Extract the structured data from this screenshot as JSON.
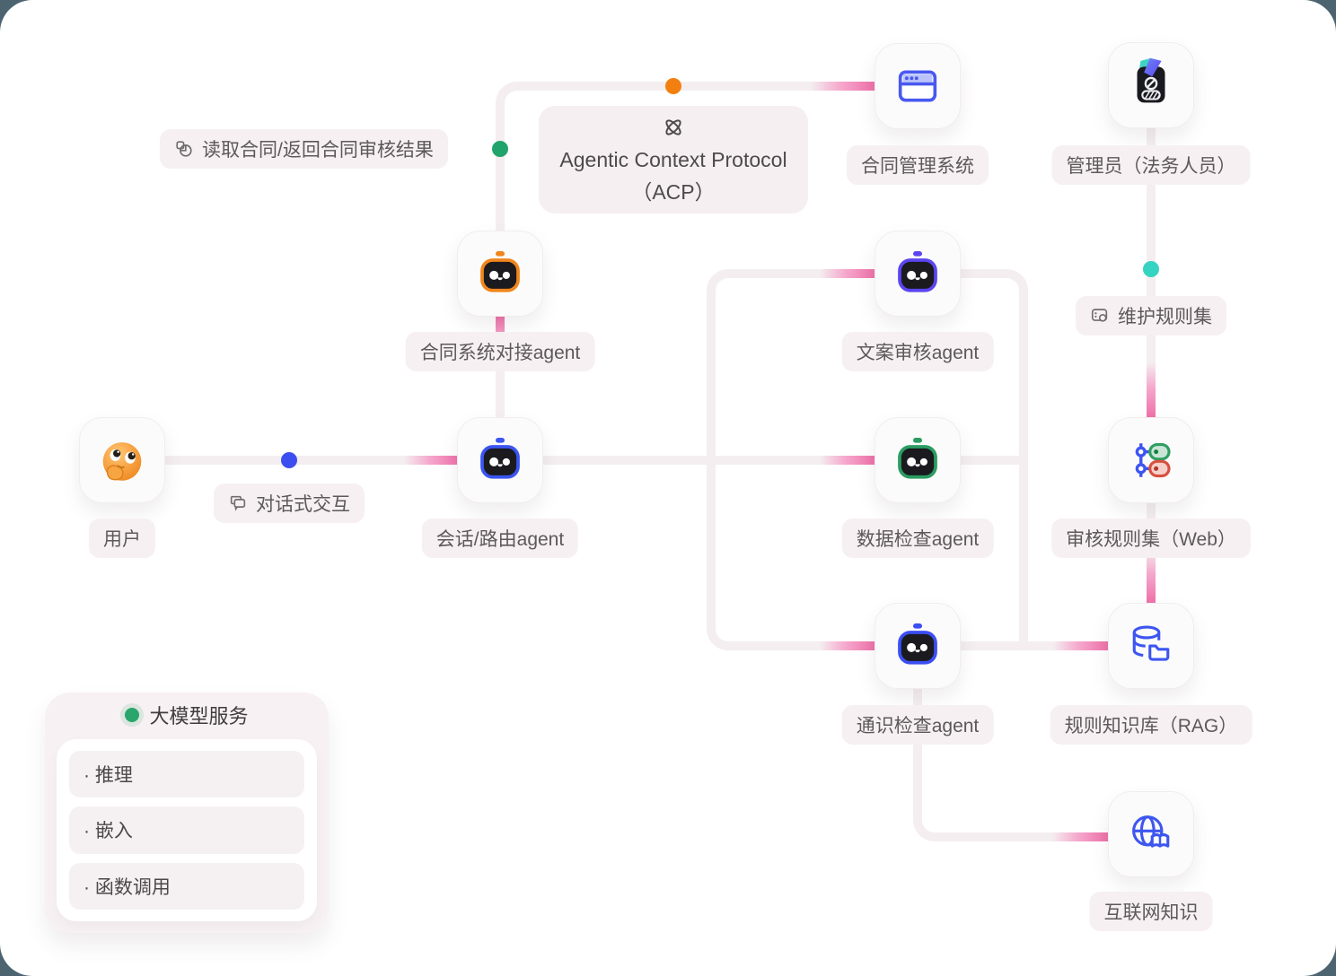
{
  "nodes": {
    "user": {
      "label": "用户"
    },
    "contract_agent": {
      "label": "合同系统对接agent",
      "accent": "#f0861c"
    },
    "session_agent": {
      "label": "会话/路由agent",
      "accent": "#3b55f2"
    },
    "copy_agent": {
      "label": "文案审核agent",
      "accent": "#5b45f0"
    },
    "data_agent": {
      "label": "数据检查agent",
      "accent": "#2a9c62"
    },
    "general_agent": {
      "label": "通识检查agent",
      "accent": "#3b4ef2"
    },
    "contract_system": {
      "label": "合同管理系统"
    },
    "admin": {
      "label": "管理员（法务人员）"
    },
    "ruleset": {
      "label": "审核规则集（Web）"
    },
    "rule_kb": {
      "label": "规则知识库（RAG）"
    },
    "internet": {
      "label": "互联网知识"
    }
  },
  "edges": {
    "read_contract": {
      "label": "读取合同/返回合同审核结果"
    },
    "conversation": {
      "label": "对话式交互"
    },
    "maintain_ruleset": {
      "label": "维护规则集"
    }
  },
  "acp": {
    "title": "Agentic Context Protocol",
    "subtitle": "（ACP）"
  },
  "legend": {
    "title": "大模型服务",
    "items": [
      "· 推理",
      "· 嵌入",
      "· 函数调用"
    ]
  },
  "colors": {
    "line": "#f4eef0",
    "flow_pink": "#ee6fa9",
    "dot_orange": "#f28011",
    "dot_green": "#21a46b",
    "dot_blue": "#3d4ef0",
    "dot_teal": "#35d3c2",
    "icon_blue": "#3d56f0",
    "toggle_green": "#2f9e63",
    "toggle_red": "#d8503f"
  }
}
